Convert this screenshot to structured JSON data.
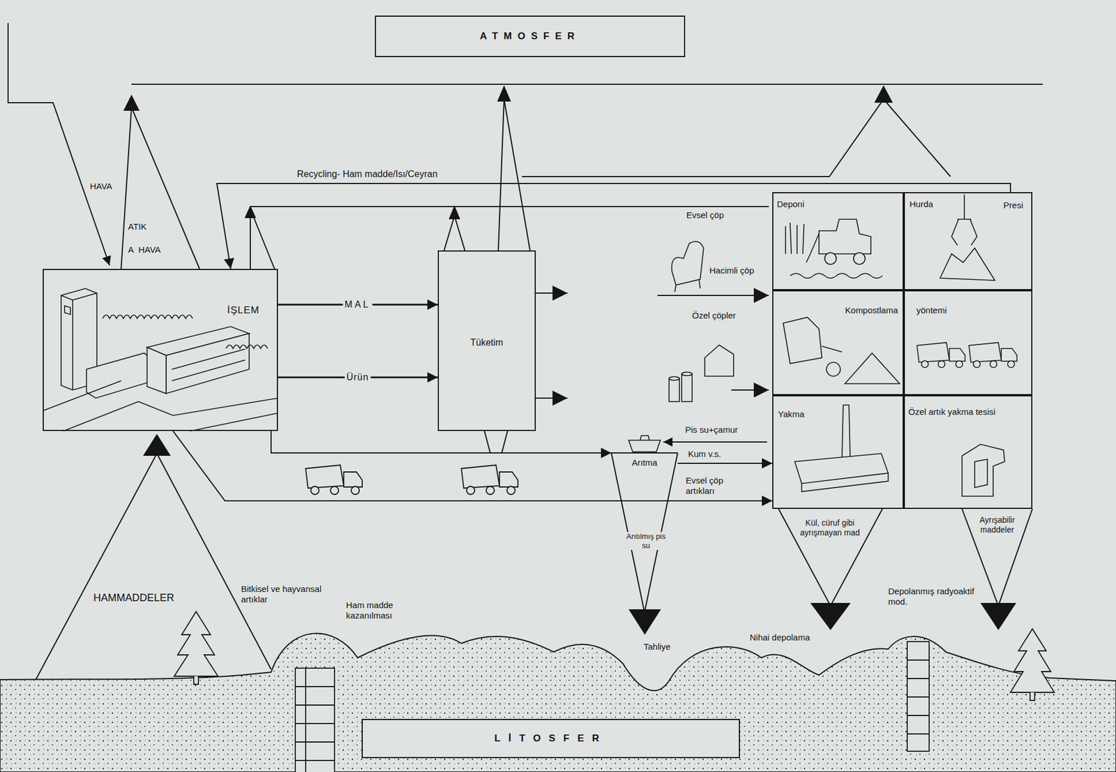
{
  "diagram": {
    "nodes": [
      {
        "text": [
          "ATMOSFER"
        ]
      },
      {
        "text": [
          "İŞLEM"
        ]
      },
      {
        "text": [
          "Tüketim"
        ]
      },
      {
        "text": [
          "Deponi"
        ]
      },
      {
        "text": [
          "Hurda",
          "Presi"
        ]
      },
      {
        "text": [
          "Kompostlama"
        ]
      },
      {
        "text": [
          "yöntemi"
        ]
      },
      {
        "text": [
          "Arıtma"
        ]
      },
      {
        "text": [
          "Yakma"
        ]
      },
      {
        "text": [
          "Özel artık yakma tesisi"
        ]
      },
      {
        "text": [
          "LİTOSFER"
        ]
      }
    ],
    "edges": [
      {
        "from": 1,
        "to": 2,
        "label": "MAL",
        "arrow": "to"
      },
      {
        "from": 1,
        "to": 2,
        "label": "Ürün",
        "arrow": "to"
      },
      {
        "from": 1,
        "to": 7,
        "arrow": "to"
      },
      {
        "from": 7,
        "to": 8,
        "label": "Kum v.s.",
        "arrow": "to"
      },
      {
        "from": 1,
        "to": 8,
        "label": "Evsel çöp artıkları",
        "arrow": "to"
      },
      {
        "from": 4,
        "to": 1,
        "label": "Recycling- Ham madde/Isı/Ceyran",
        "arrow": "to"
      }
    ],
    "labels": [
      "HAVA",
      "ATIK",
      "A",
      "HAVA",
      "Evsel çöp",
      "Hacimli çöp",
      "Özel çöpler",
      "Pis su+çamur",
      "Arıtılmış pis su",
      "Kül, cüruf gibi ayrışmayan mad",
      "Ayrışabilir maddeler",
      "HAMMADDELER",
      "Bitkisel ve hayvansal artıklar",
      "Ham madde kazanılması",
      "Tahliye",
      "Nihai depolama",
      "Depolanmış radyoaktif mod."
    ]
  }
}
